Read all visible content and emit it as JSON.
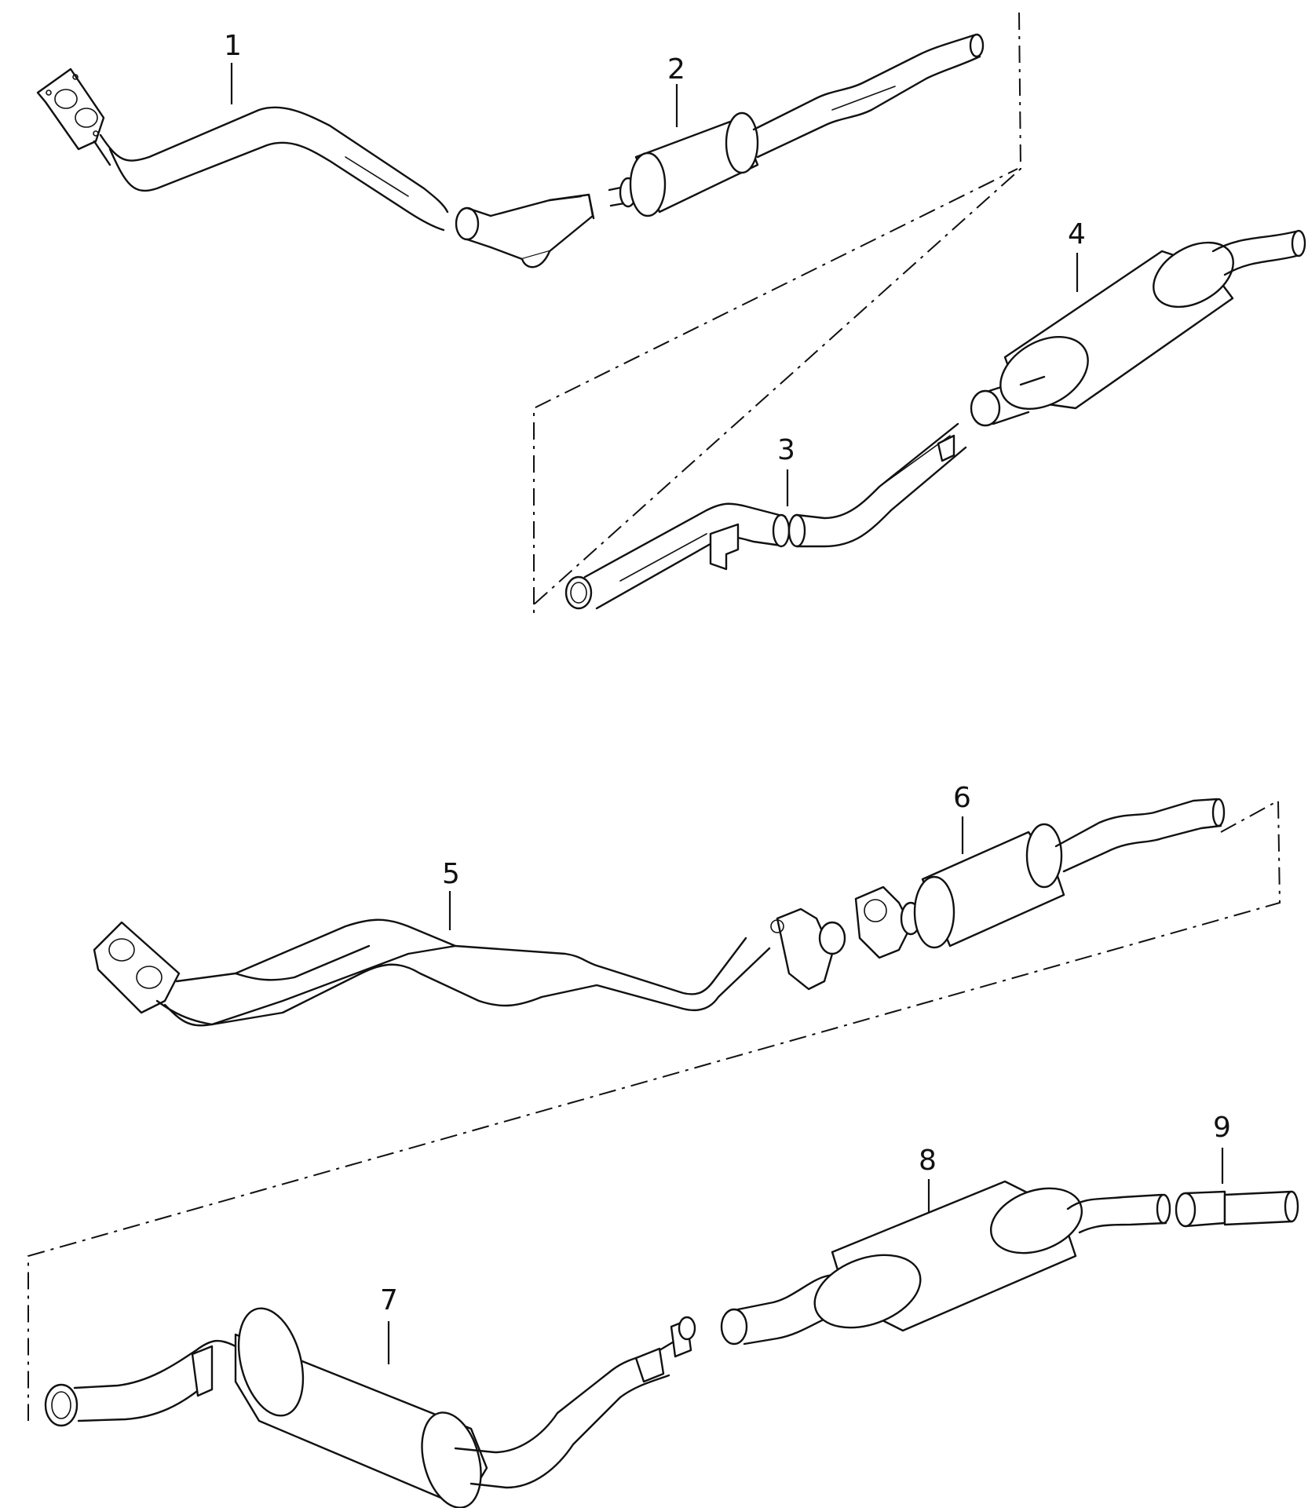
{
  "diagram": {
    "callouts": [
      {
        "id": 1,
        "label": "1"
      },
      {
        "id": 2,
        "label": "2"
      },
      {
        "id": 3,
        "label": "3"
      },
      {
        "id": 4,
        "label": "4"
      },
      {
        "id": 5,
        "label": "5"
      },
      {
        "id": 6,
        "label": "6"
      },
      {
        "id": 7,
        "label": "7"
      },
      {
        "id": 8,
        "label": "8"
      },
      {
        "id": 9,
        "label": "9"
      }
    ]
  }
}
